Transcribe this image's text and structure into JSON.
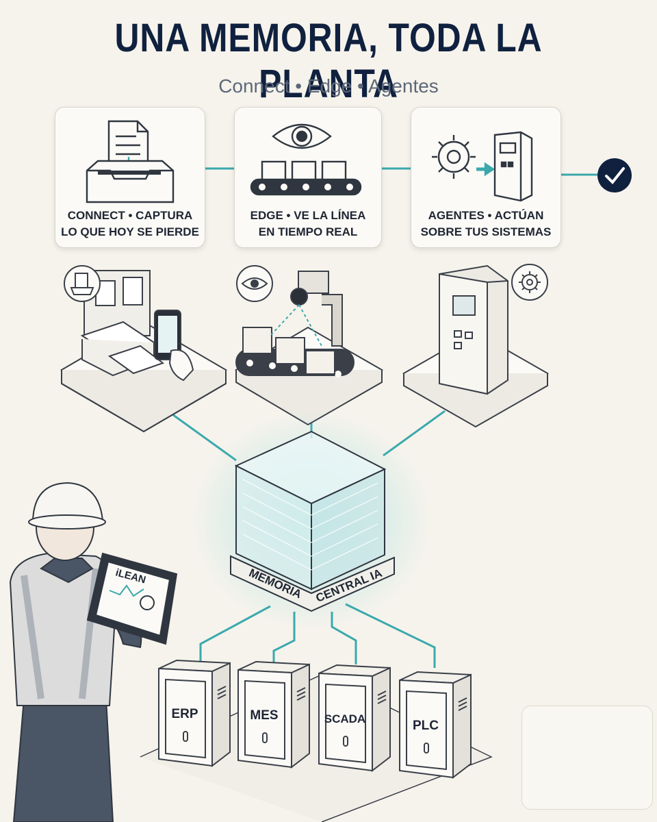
{
  "header": {
    "title": "UNA MEMORIA, TODA LA PLANTA",
    "subtitle": "Connect • Edge • Agentes"
  },
  "steps": [
    {
      "line1": "CONNECT • CAPTURA",
      "line2": "LO QUE HOY SE PIERDE",
      "icon": "document-inbox-icon"
    },
    {
      "line1": "EDGE • VE LA LÍNEA",
      "line2": "EN TIEMPO REAL",
      "icon": "eye-conveyor-icon"
    },
    {
      "line1": "AGENTES • ACTÚAN",
      "line2": "SOBRE TUS SISTEMAS",
      "icon": "gear-cabinet-icon"
    }
  ],
  "core": {
    "label_left": "MEMORIA",
    "label_right": "CENTRAL IA"
  },
  "tablet": {
    "brand": "iLEAN"
  },
  "systems": [
    "ERP",
    "MES",
    "SCADA",
    "PLC"
  ],
  "colors": {
    "navy": "#10213f",
    "teal": "#3aa9ad",
    "paper": "#f6f3ec",
    "line": "#3a3f48"
  }
}
